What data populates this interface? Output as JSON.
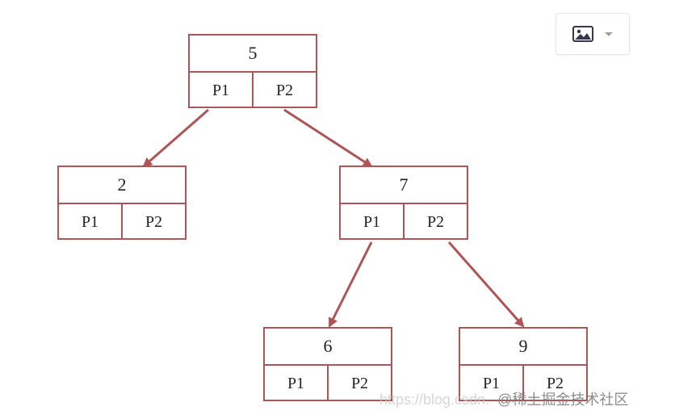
{
  "tree": {
    "nodes": [
      {
        "id": "root",
        "key": "5",
        "ptrs": [
          "P1",
          "P2"
        ]
      },
      {
        "id": "left",
        "key": "2",
        "ptrs": [
          "P1",
          "P2"
        ]
      },
      {
        "id": "right",
        "key": "7",
        "ptrs": [
          "P1",
          "P2"
        ]
      },
      {
        "id": "right-left",
        "key": "6",
        "ptrs": [
          "P1",
          "P2"
        ]
      },
      {
        "id": "right-right",
        "key": "9",
        "ptrs": [
          "P1",
          "P2"
        ]
      }
    ],
    "edges": [
      [
        "root",
        "left"
      ],
      [
        "root",
        "right"
      ],
      [
        "right",
        "right-left"
      ],
      [
        "right",
        "right-right"
      ]
    ],
    "line_color": "#b05555"
  },
  "toolbar": {
    "image_icon": "image-icon",
    "dropdown_icon": "chevron-down-icon"
  },
  "watermark": {
    "url": "https://blog.csdn.",
    "brand": "@稀土掘金技术社区"
  }
}
